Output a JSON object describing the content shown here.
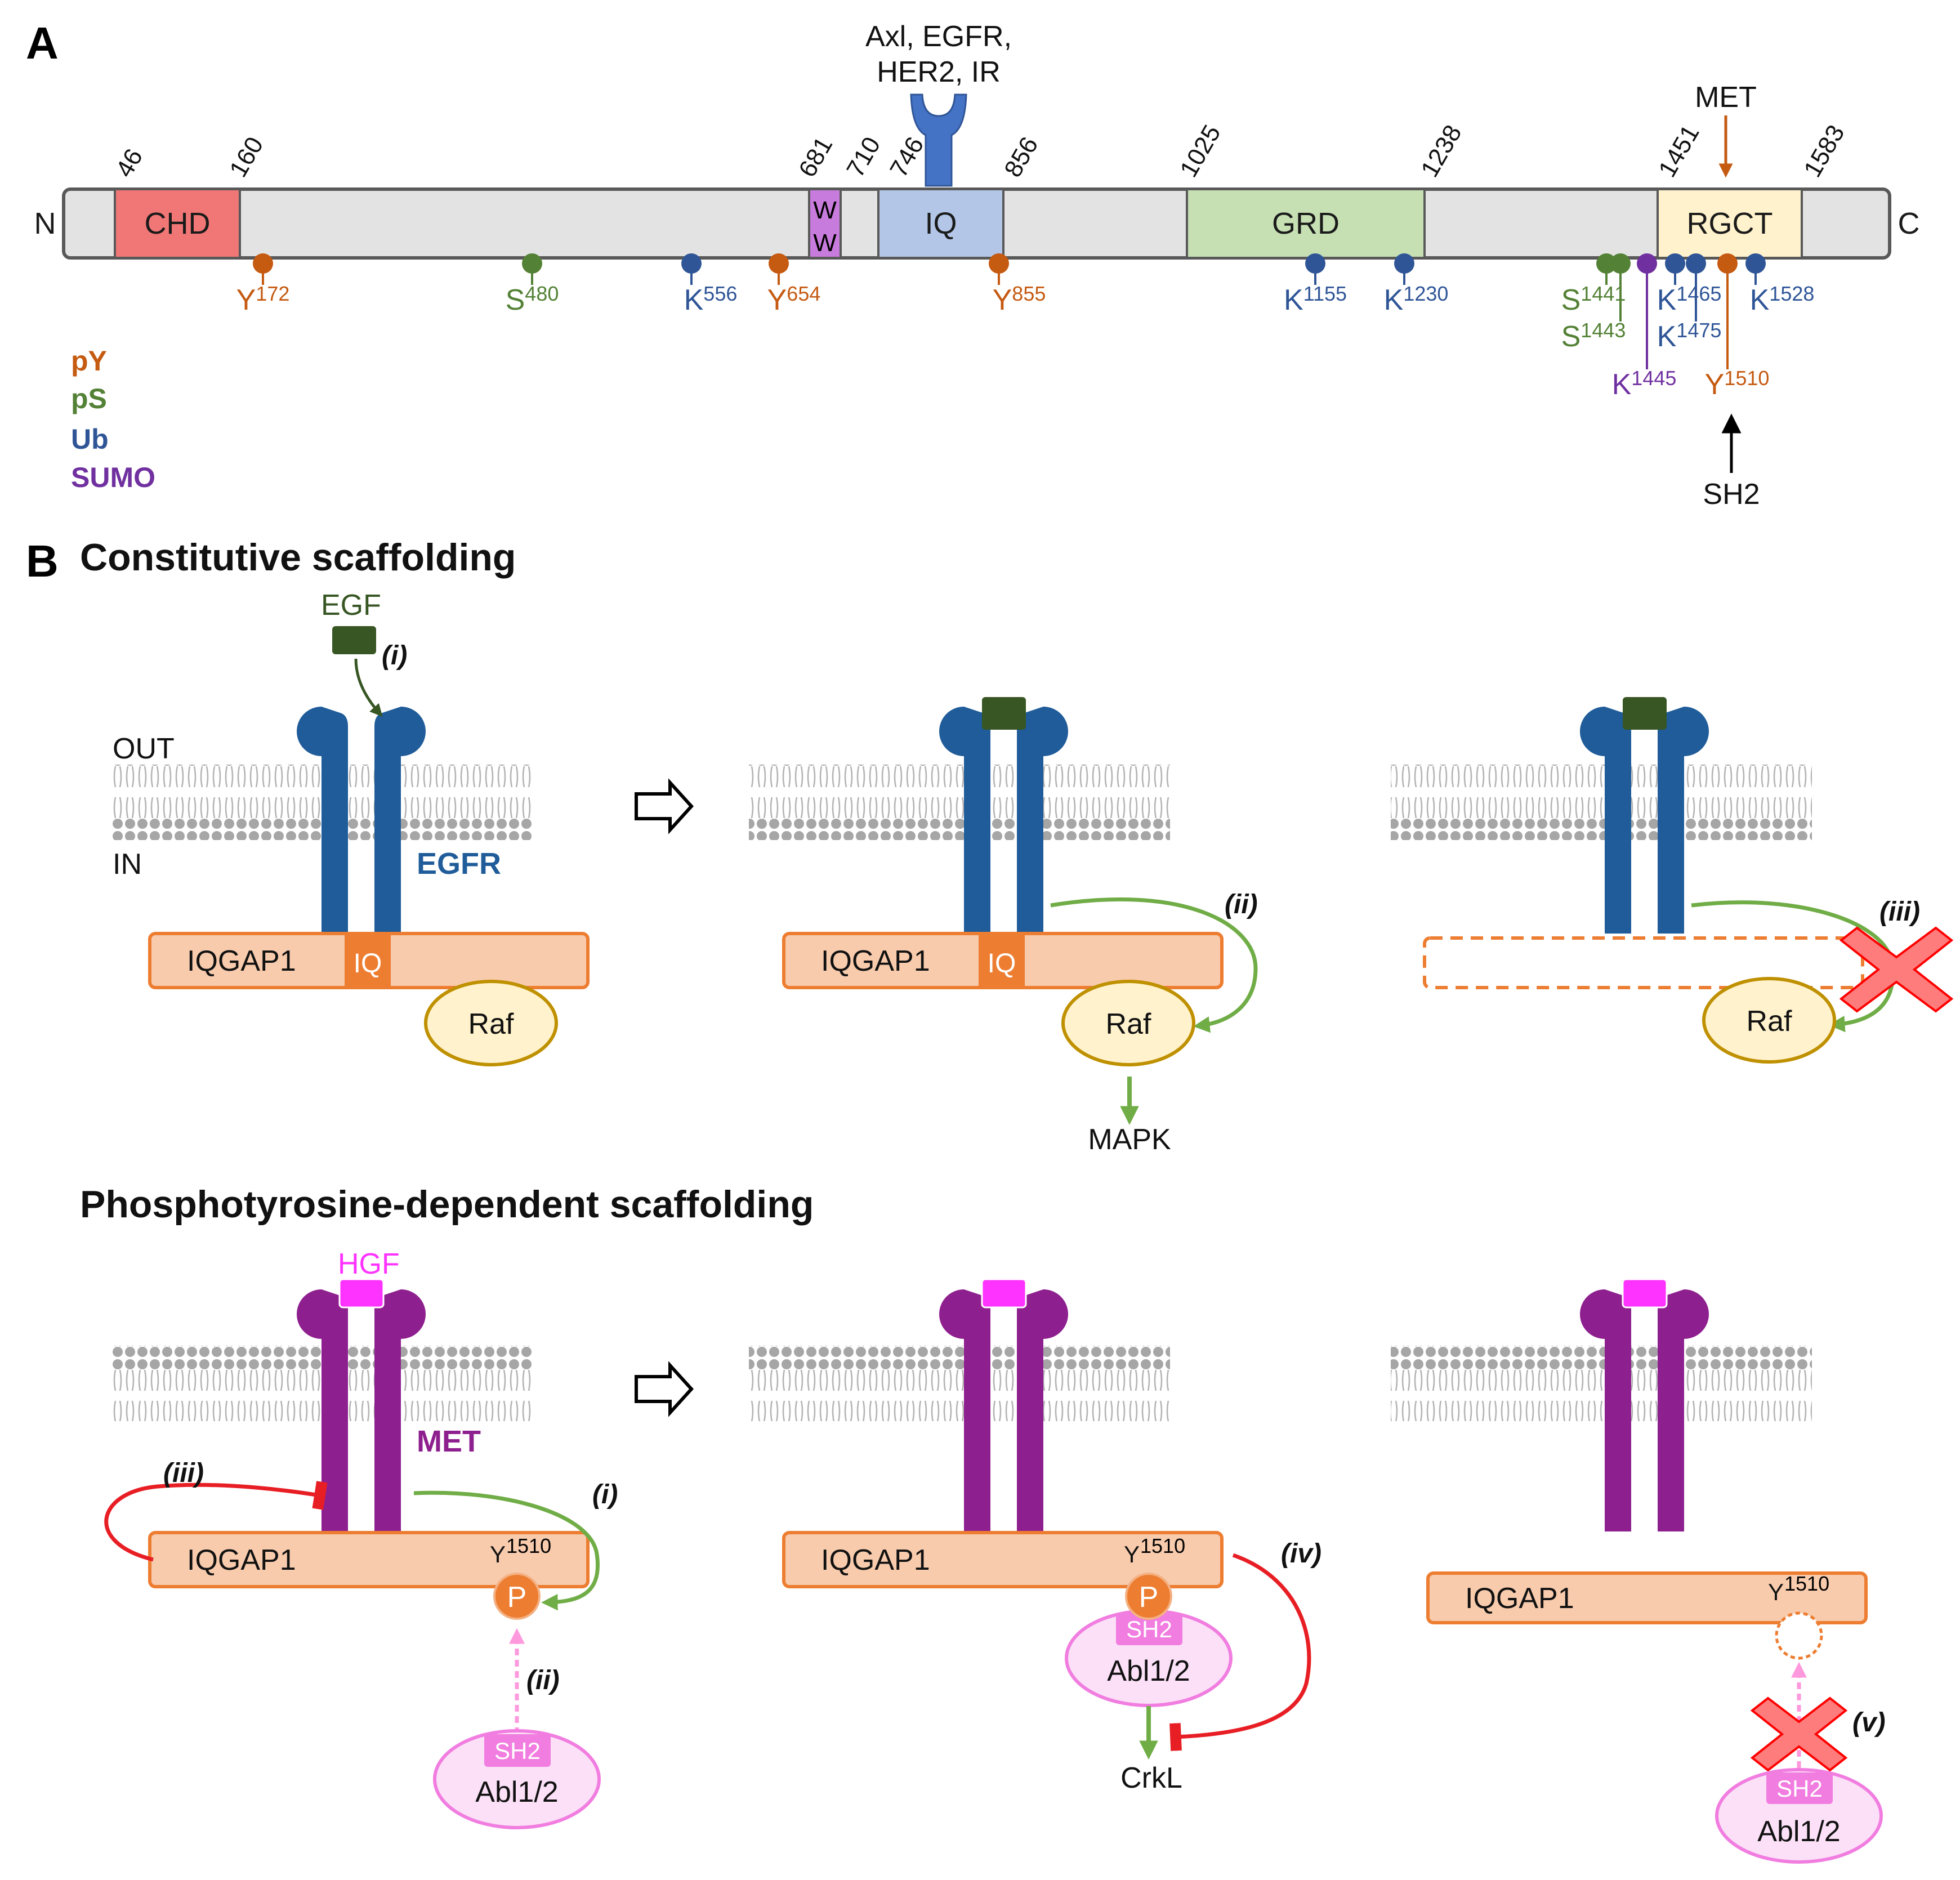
{
  "panel_a": {
    "letter": "A",
    "ends": {
      "n": "N",
      "c": "C"
    },
    "domains": [
      {
        "name": "CHD",
        "fill": "#f07775"
      },
      {
        "name": "WW",
        "fill": "#c77bdc"
      },
      {
        "name": "IQ",
        "fill": "#b3c6e8"
      },
      {
        "name": "GRD",
        "fill": "#c6e0b4"
      },
      {
        "name": "RGCT",
        "fill": "#fff2cc"
      }
    ],
    "positions": [
      "46",
      "160",
      "681",
      "710",
      "746",
      "856",
      "1025",
      "1238",
      "1451",
      "1583"
    ],
    "receptors_line1": "Axl, EGFR,",
    "receptors_line2": "HER2, IR",
    "met_label": "MET",
    "sh2_label": "SH2",
    "sites": [
      {
        "res": "Y",
        "num": "172",
        "type": "pY"
      },
      {
        "res": "S",
        "num": "480",
        "type": "pS"
      },
      {
        "res": "K",
        "num": "556",
        "type": "Ub"
      },
      {
        "res": "Y",
        "num": "654",
        "type": "pY"
      },
      {
        "res": "Y",
        "num": "855",
        "type": "pY"
      },
      {
        "res": "K",
        "num": "1155",
        "type": "Ub"
      },
      {
        "res": "K",
        "num": "1230",
        "type": "Ub"
      },
      {
        "res": "S",
        "num": "1441",
        "type": "pS"
      },
      {
        "res": "S",
        "num": "1443",
        "type": "pS"
      },
      {
        "res": "K",
        "num": "1445",
        "type": "SUMO"
      },
      {
        "res": "K",
        "num": "1465",
        "type": "Ub"
      },
      {
        "res": "K",
        "num": "1475",
        "type": "Ub"
      },
      {
        "res": "Y",
        "num": "1510",
        "type": "pY"
      },
      {
        "res": "K",
        "num": "1528",
        "type": "Ub"
      }
    ],
    "legend": [
      {
        "label": "pY",
        "color": "#c55a11"
      },
      {
        "label": "pS",
        "color": "#538135"
      },
      {
        "label": "Ub",
        "color": "#2f5597"
      },
      {
        "label": "SUMO",
        "color": "#7030a0"
      }
    ]
  },
  "panel_b": {
    "letter": "B",
    "title_constitutive": "Constitutive scaffolding",
    "title_phospho": "Phosphotyrosine-dependent scaffolding",
    "egf": "EGF",
    "egfr": "EGFR",
    "hgf": "HGF",
    "met": "MET",
    "out": "OUT",
    "in": "IN",
    "iqgap1": "IQGAP1",
    "iq": "IQ",
    "raf": "Raf",
    "mapk": "MAPK",
    "crkl": "CrkL",
    "abl": "Abl1/2",
    "sh2": "SH2",
    "p": "P",
    "y_res": "Y",
    "y_num": "1510",
    "steps": [
      "(i)",
      "(ii)",
      "(iii)",
      "(iv)",
      "(v)"
    ]
  },
  "colors": {
    "egfr_blue": "#1f5c99",
    "met_purple": "#8e1f8e",
    "iqgap_fill": "#f8cbad",
    "iqgap_stroke": "#ed7d31",
    "raf_fill": "#fff2cc",
    "raf_stroke": "#bf9000",
    "abl_fill": "#fbe0f7",
    "abl_stroke": "#f17de0",
    "activation_green": "#70ad47",
    "inhibition_red": "#e81e25",
    "egf_dark_green": "#375623",
    "hgf_magenta": "#ff33ff"
  }
}
